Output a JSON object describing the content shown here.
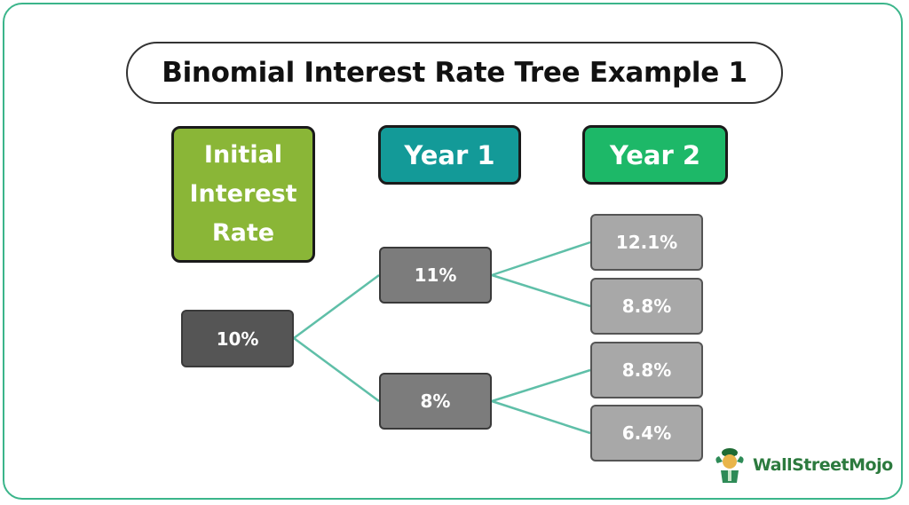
{
  "title": "Binomial Interest Rate Tree Example 1",
  "headers": {
    "initial": "Initial\nInterest\nRate",
    "year1": "Year 1",
    "year2": "Year 2"
  },
  "tree": {
    "root": "10%",
    "year1": {
      "up": "11%",
      "down": "8%"
    },
    "year2": {
      "uu": "12.1%",
      "ud": "8.8%",
      "du": "8.8%",
      "dd": "6.4%"
    }
  },
  "brand": {
    "name": "WallStreetMojo",
    "icon": "mascot-logo-icon"
  },
  "colors": {
    "frame": "#3bb58a",
    "initial_header": "#8ab637",
    "year1_header": "#139a98",
    "year2_header": "#1db868",
    "root_node": "#555555",
    "year1_node": "#7c7c7c",
    "year2_node": "#a8a8a8",
    "connector": "#5fbfa8"
  }
}
